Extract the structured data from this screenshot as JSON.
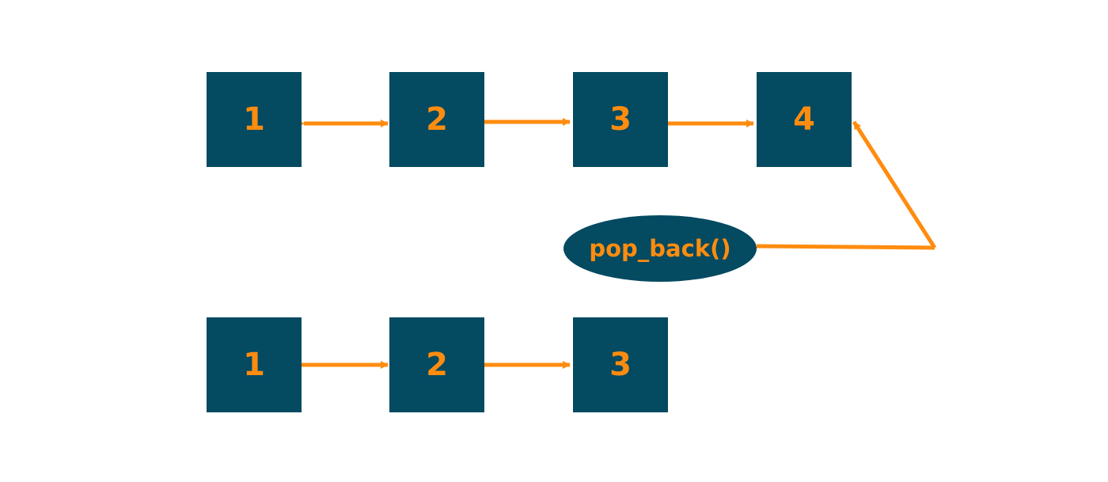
{
  "diagram": {
    "before_list": {
      "nodes": [
        "1",
        "2",
        "3",
        "4"
      ]
    },
    "operation": {
      "label": "pop_back()"
    },
    "after_list": {
      "nodes": [
        "1",
        "2",
        "3"
      ]
    },
    "colors": {
      "node_fill": "#044a61",
      "accent": "#ff8c0f",
      "background": "#ffffff"
    }
  }
}
